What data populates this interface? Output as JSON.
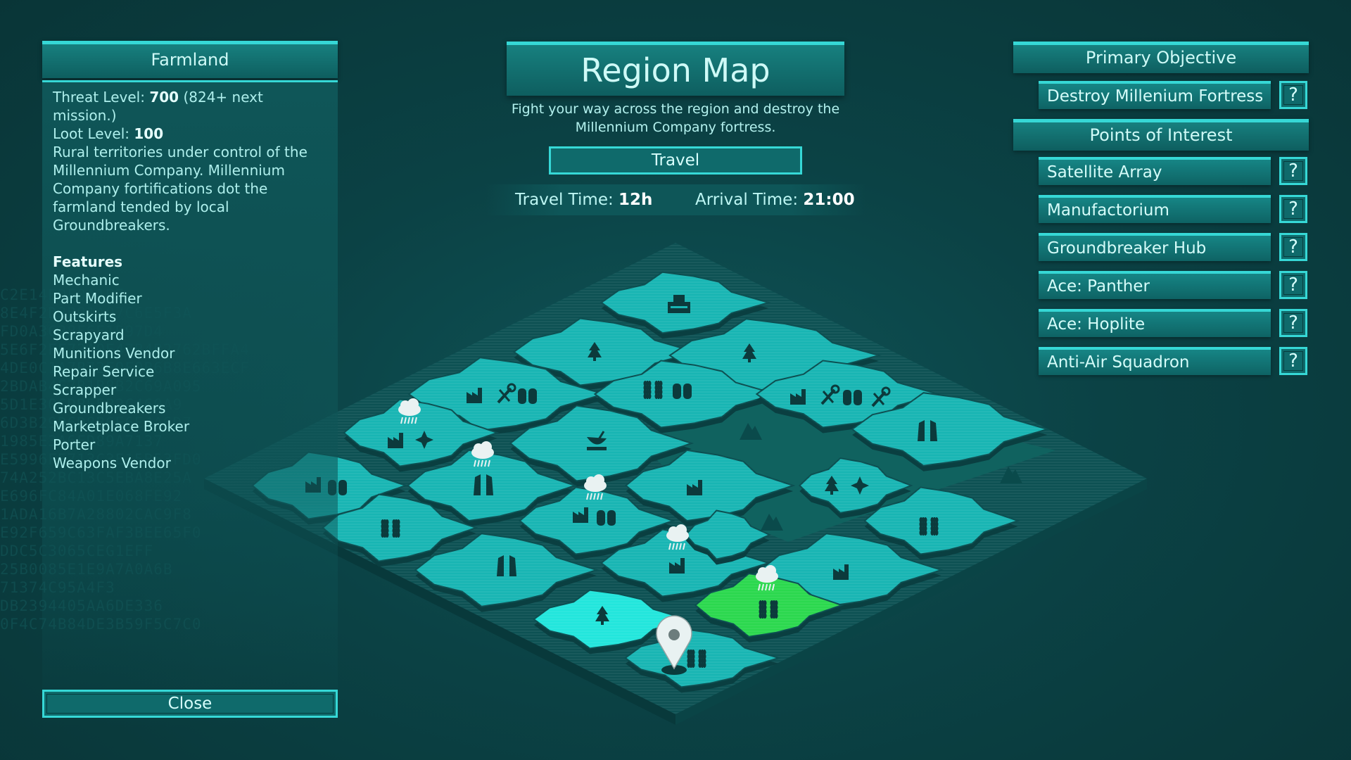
{
  "region_panel": {
    "title": "Farmland",
    "threat_label": "Threat Level:",
    "threat_value": "700",
    "threat_note": "(824+ next mission.)",
    "loot_label": "Loot Level:",
    "loot_value": "100",
    "description": "Rural territories under control of the Millennium Company. Millennium Company fortifications dot the farmland tended by local Groundbreakers.",
    "features_title": "Features",
    "features": [
      "Mechanic",
      "Part Modifier",
      "Outskirts",
      "Scrapyard",
      "Munitions Vendor",
      "Repair Service",
      "Scrapper",
      "Groundbreakers",
      "Marketplace Broker",
      "Porter",
      "Weapons Vendor"
    ],
    "close_label": "Close"
  },
  "map_header": {
    "title": "Region Map",
    "subtitle": "Fight your way across the region and destroy the Millennium Company fortress.",
    "travel_label": "Travel",
    "travel_time_label": "Travel Time:",
    "travel_time_value": "12h",
    "arrival_time_label": "Arrival Time:",
    "arrival_time_value": "21:00"
  },
  "objectives": {
    "primary_title": "Primary Objective",
    "primary": [
      "Destroy Millenium Fortress"
    ],
    "poi_title": "Points of Interest",
    "points_of_interest": [
      "Satellite Array",
      "Manufactorium",
      "Groundbreaker Hub",
      "Ace: Panther",
      "Ace: Hoplite",
      "Anti-Air Squadron"
    ],
    "help_label": "?"
  },
  "background_hex": [
    "",
    "C2E14EDF0A1B7...",
    "8E4F2D3B91A07C6E5F3A",
    "FD0A3C28F6E1B97D4",
    "5E6F2FF73A0E47B4B2762BFFA4",
    "4DE0C1A7B72E9F0B6B8E663ECF",
    "2BDAB4E7B1B8B2C69A095",
    "5D1E30CDBE5B2C460A9",
    "6D3B29D6D8B6E6E4A6D7",
    "1985E3A6FD89A7137",
    "E5996FE713C3E15B53FD0",
    "74A252BC13C5EBA8E25A",
    "E696FC84A01E068FE92",
    "1ADA16B7A28802CAC9F8",
    "E92F659C63FAF3BEE65F0",
    "DDC5C3065CEG1EFF",
    "25B0085E1E9A7A0A6B",
    "71374C95A4F3",
    "DB2394405AA6DE336",
    "0F4C74B84DE3B59F5C7C0"
  ],
  "colors": {
    "accent": "#36d8d6",
    "tile": "#18b5b3",
    "tile_selected": "#22e6dc",
    "tile_destination": "#2bd84e",
    "icon": "#0c3a3c",
    "weather_icon": "#e9f2f2"
  },
  "map_icons": {
    "fortress": "fortress-icon",
    "forest": "pine-tree-icon",
    "wheat": "wheat-icon",
    "factory": "factory-icon",
    "mechanic": "wrench-icon",
    "storage": "silo-icon",
    "satellite": "satellite-dish-icon",
    "mountain": "mountain-icon",
    "rain": "rain-cloud-icon",
    "location": "location-pin-icon",
    "pillars": "pillars-icon",
    "aa": "compass-star-icon"
  }
}
